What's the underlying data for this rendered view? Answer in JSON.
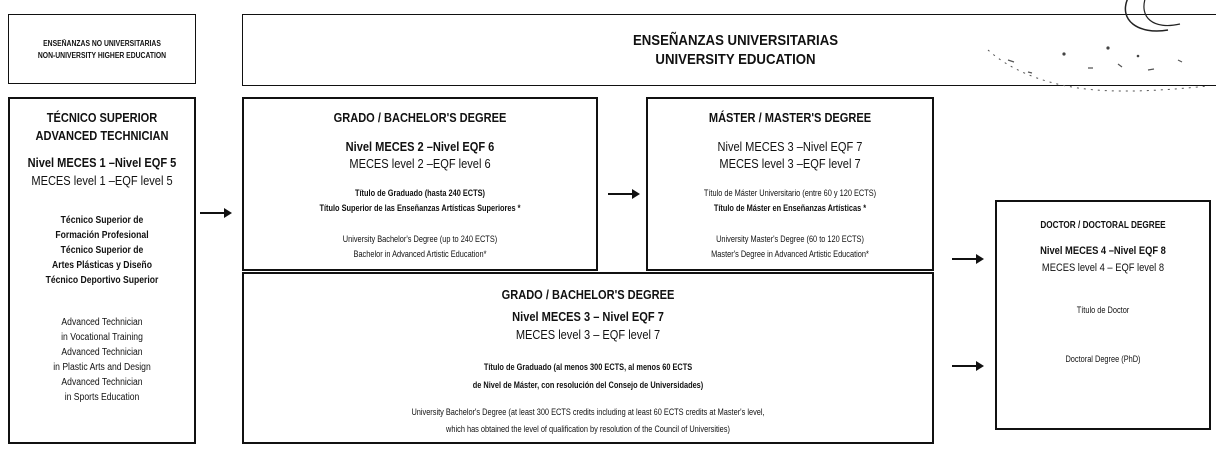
{
  "non_university": {
    "header_es": "ENSEÑANZAS NO UNIVERSITARIAS",
    "header_en": "NON-UNIVERSITY HIGHER EDUCATION",
    "title_es": "TÉCNICO SUPERIOR",
    "title_en": "ADVANCED TECHNICIAN",
    "level_es": "Nivel MECES 1 –Nivel EQF 5",
    "level_en": "MECES level 1 –EQF level 5",
    "titles": [
      "Técnico Superior de",
      "Formación Profesional",
      "Técnico Superior de",
      "Artes Plásticas y Diseño",
      "Técnico Deportivo Superior"
    ],
    "translations": [
      "Advanced Technician",
      "in Vocational Training",
      "Advanced Technician",
      "in Plastic Arts and Design",
      "Advanced Technician",
      "in Sports Education"
    ]
  },
  "university": {
    "title_es": "ENSEÑANZAS UNIVERSITARIAS",
    "title_en": "UNIVERSITY EDUCATION"
  },
  "grado": {
    "title": "GRADO / BACHELOR'S DEGREE",
    "level_es": "Nivel MECES 2 –Nivel EQF 6",
    "level_en": "MECES level 2 –EQF level 6",
    "line1": "Título de Graduado (hasta 240 ECTS)",
    "line2": "Título Superior de las Enseñanzas Artísticas Superiores *",
    "line3": "University Bachelor's Degree (up to 240 ECTS)",
    "line4": "Bachelor in Advanced Artistic Education*"
  },
  "master": {
    "title": "MÁSTER / MASTER'S DEGREE",
    "level_es": "Nivel MECES 3 –Nivel EQF 7",
    "level_en": "MECES level 3 –EQF level 7",
    "line1": "Título de Máster Universitario (entre 60 y 120 ECTS)",
    "line2": "Título de Máster en Enseñanzas Artísticas *",
    "line3": "University Master's Degree (60 to 120 ECTS)",
    "line4": "Master's Degree in Advanced Artistic Education*"
  },
  "grado2": {
    "title": "GRADO / BACHELOR'S DEGREE",
    "level_es": "Nivel MECES 3 – Nivel EQF 7",
    "level_en": "MECES level 3 – EQF level 7",
    "line1": "Título de Graduado (al menos 300 ECTS, al menos 60 ECTS",
    "line2": "de Nivel de Máster, con resolución del Consejo de Universidades)",
    "line3": "University Bachelor's Degree (at least 300 ECTS credits including at least 60 ECTS credits at Master's level,",
    "line4": "which has obtained the level of qualification by resolution of the Council of Universities)"
  },
  "doctor": {
    "title": "DOCTOR / DOCTORAL DEGREE",
    "level_es": "Nivel MECES 4 –Nivel EQF 8",
    "level_en": "MECES level 4 – EQF level 8",
    "line1": "Título de Doctor",
    "line2": "Doctoral Degree (PhD)"
  }
}
